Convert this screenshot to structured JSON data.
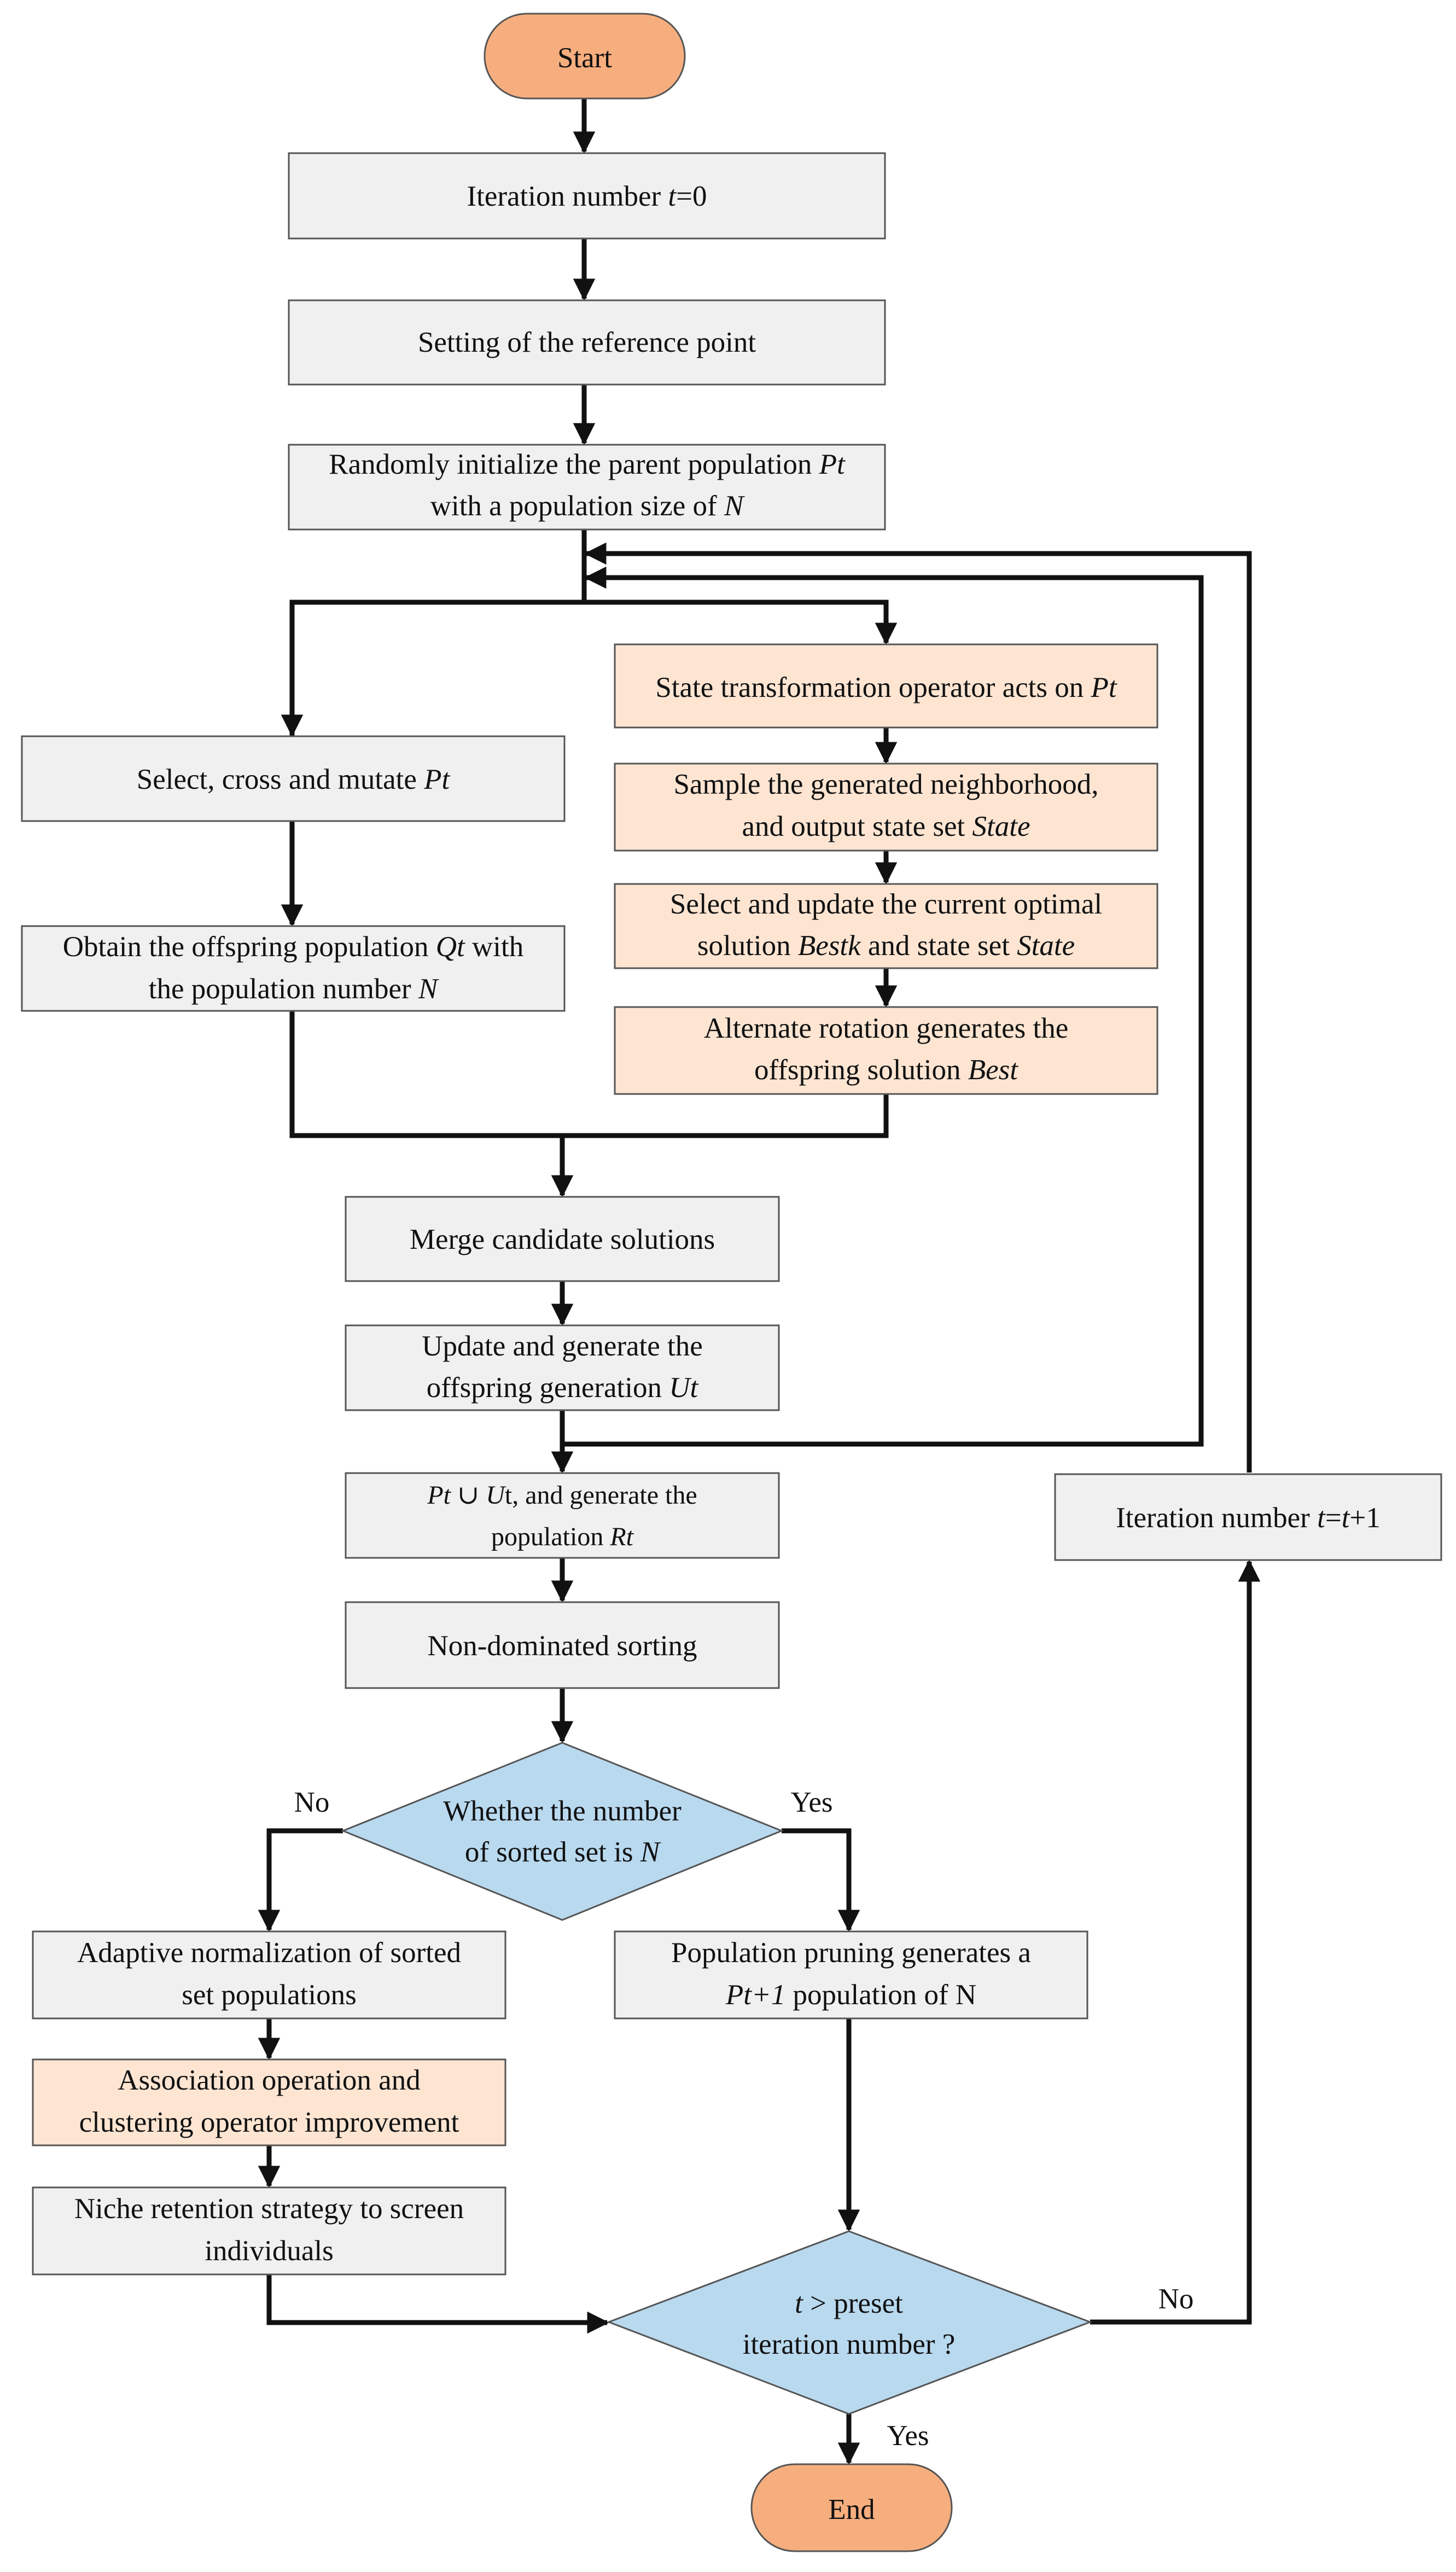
{
  "nodes": {
    "start": "Start",
    "iter0": {
      "pre": "Iteration number ",
      "var": "t",
      "post": "=0"
    },
    "refpoint": "Setting of the reference point",
    "init": {
      "l1_pre": "Randomly initialize the parent population ",
      "l1_var": "Pt",
      "l2_pre": "with a population size of ",
      "l2_var": "N"
    },
    "stateop": {
      "pre": "State transformation operator acts on ",
      "var": "Pt"
    },
    "sample": {
      "l1": "Sample the generated neighborhood,",
      "l2_pre": "and output state set ",
      "l2_var": "State"
    },
    "selupd": {
      "l1": "Select and update the current optimal",
      "l2_pre": "solution ",
      "l2_var1": "Bestk",
      "l2_mid": " and state set ",
      "l2_var2": "State"
    },
    "alternate": {
      "l1": "Alternate rotation generates the",
      "l2_pre": "offspring solution ",
      "l2_var": "Best"
    },
    "selcross": {
      "pre": "Select, cross and mutate ",
      "var": "Pt"
    },
    "obtain": {
      "l1_pre": "Obtain the offspring population ",
      "l1_var": "Qt",
      "l1_post": " with",
      "l2_pre": "the population number  ",
      "l2_var": "N"
    },
    "merge": "Merge candidate solutions",
    "update": {
      "l1": "Update and generate the",
      "l2_pre": "offspring generation ",
      "l2_var": "Ut"
    },
    "union": {
      "l1_var1": "Pt",
      "l1_op": " ∪ ",
      "l1_var2": "U",
      "l1_post": "t, and generate the",
      "l2_pre": "population ",
      "l2_var": "Rt"
    },
    "nondom": "Non-dominated sorting",
    "decision1": {
      "l1": "Whether the number",
      "l2_pre": "of sorted set is ",
      "l2_var": "N"
    },
    "adaptive": {
      "l1": "Adaptive normalization of sorted",
      "l2": "set populations"
    },
    "association": {
      "l1": "Association operation and",
      "l2": "clustering operator improvement"
    },
    "niche": {
      "l1": "Niche retention strategy to screen",
      "l2": "individuals"
    },
    "pruning": {
      "l1": "Population pruning generates a",
      "l2_var": "Pt+1",
      "l2_post": " population of N"
    },
    "decision2": {
      "l1_var": "t",
      "l1_post": " > preset",
      "l2": "iteration number ?"
    },
    "iterinc": {
      "pre": "Iteration number ",
      "var1": "t",
      "mid": "=",
      "var2": "t",
      "post": "+1"
    },
    "end": "End"
  },
  "edge_labels": {
    "d1_no": "No",
    "d1_yes": "Yes",
    "d2_no": "No",
    "d2_yes": "Yes"
  },
  "colors": {
    "terminal": "#f7ae7e",
    "process_gray": "#f0f0f0",
    "process_orange": "#fde5d2",
    "decision": "#b9d9ef"
  }
}
